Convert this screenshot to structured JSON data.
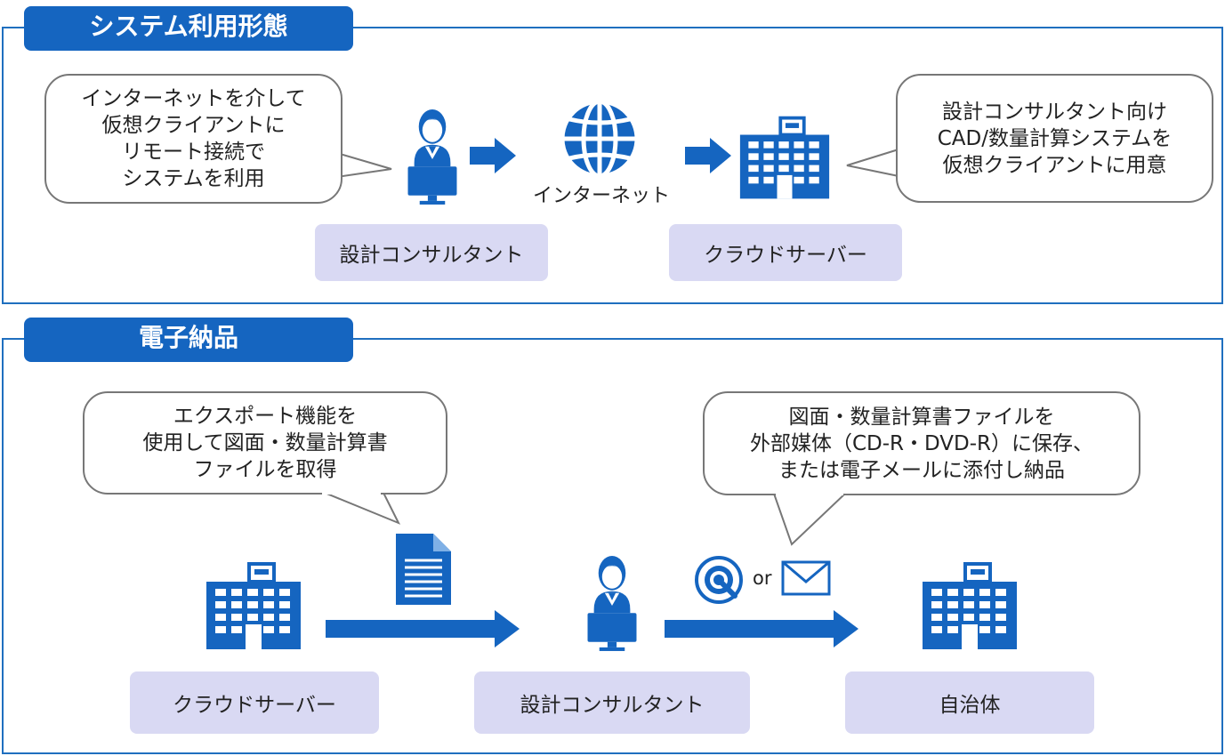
{
  "section1": {
    "title": "システム利用形態",
    "bubble_left": "インターネットを介して\n仮想クライアントに\nリモート接続で\nシステムを利用",
    "bubble_right": "設計コンサルタント向け\nCAD/数量計算システムを\n仮想クライアントに用意",
    "internet_label": "インターネット",
    "label_consultant": "設計コンサルタント",
    "label_server": "クラウドサーバー"
  },
  "section2": {
    "title": "電子納品",
    "bubble_left": "エクスポート機能を\n使用して図面・数量計算書\nファイルを取得",
    "bubble_right": "図面・数量計算書ファイルを\n外部媒体（CD-R・DVD-R）に保存、\nまたは電子メールに添付し納品",
    "or_label": "or",
    "label_server": "クラウドサーバー",
    "label_consultant": "設計コンサルタント",
    "label_municipality": "自治体"
  },
  "colors": {
    "primary_blue": "#1565c0",
    "panel_border": "#1f6fbf",
    "label_bg": "#d9d9f3"
  },
  "icons": [
    "person-at-computer-icon",
    "arrow-right-icon",
    "globe-icon",
    "building-icon",
    "document-icon",
    "disc-icon",
    "envelope-icon"
  ]
}
